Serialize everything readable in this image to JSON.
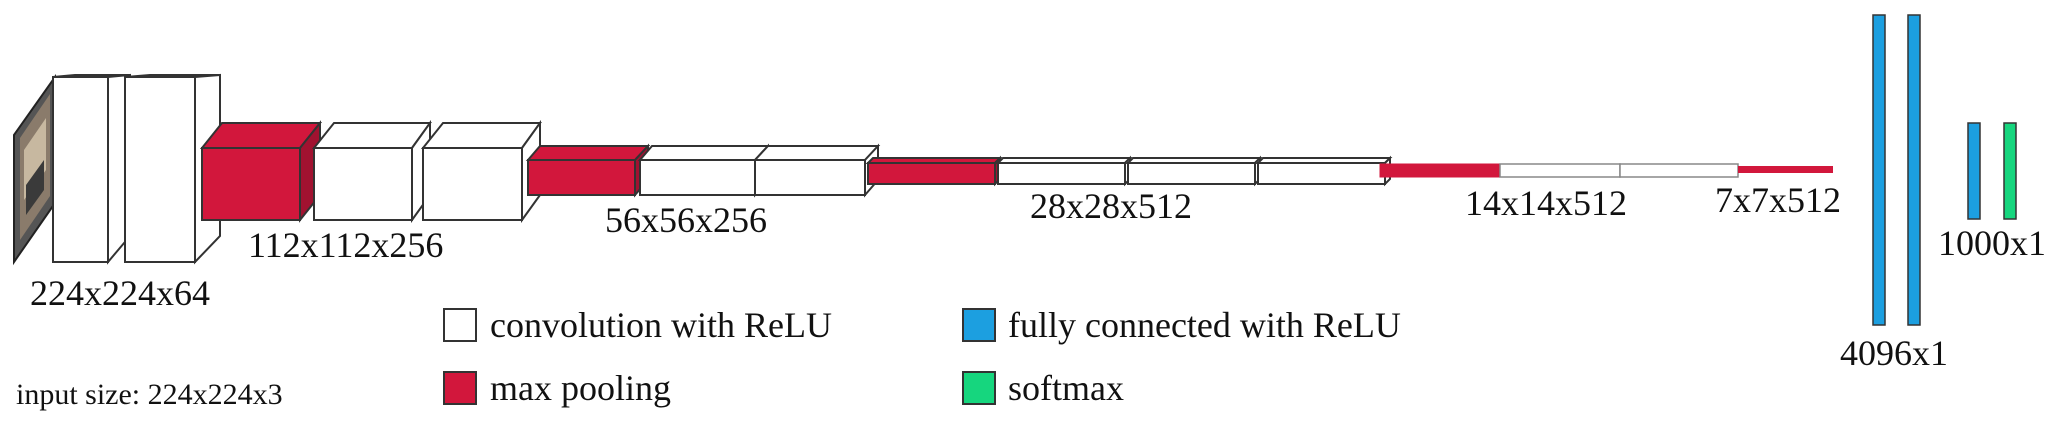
{
  "colors": {
    "convolution": "#ffffff",
    "max_pooling": "#d2173c",
    "fully_connected": "#1c9fe0",
    "softmax": "#16d67e",
    "outline": "#333333"
  },
  "labels": {
    "l224x224x64": "224x224x64",
    "l112x112x256": "112x112x256",
    "l56x56x256": "56x56x256",
    "l28x28x512": "28x28x512",
    "l14x14x512": "14x14x512",
    "l7x7x512": "7x7x512",
    "l4096x1": "4096x1",
    "l1000x1": "1000x1"
  },
  "legend": {
    "convolution": "convolution with ReLU",
    "max_pooling": "max pooling",
    "fully_connected": "fully connected with ReLU",
    "softmax": "softmax"
  },
  "input_size": "input size: 224x224x3",
  "icons": {
    "input": "input-image-icon"
  }
}
